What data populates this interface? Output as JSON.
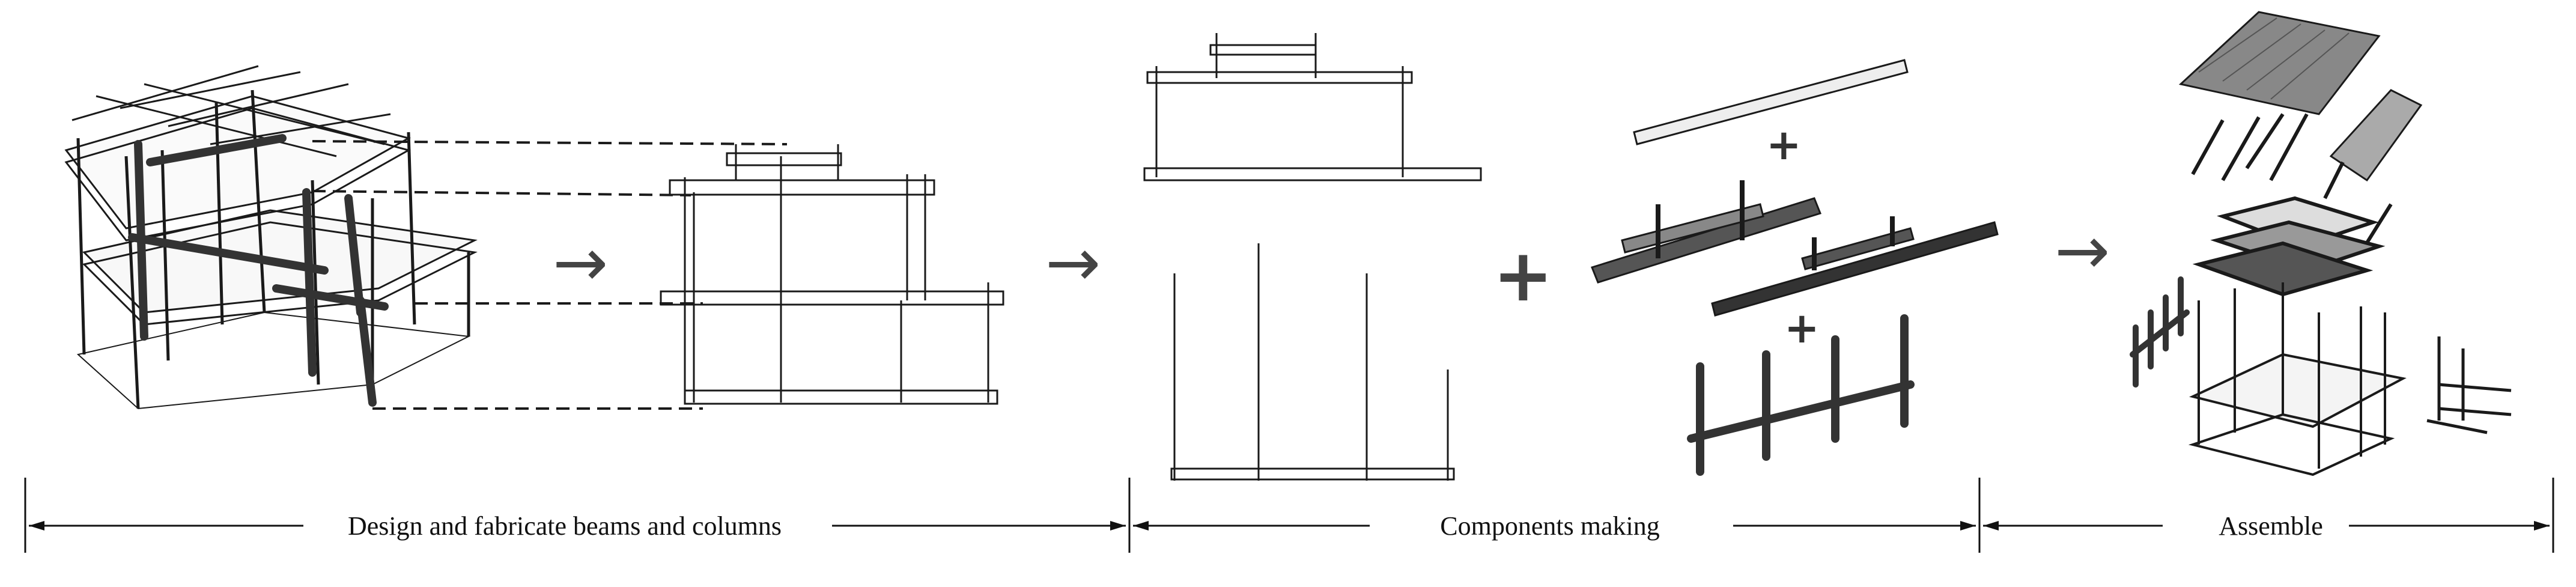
{
  "stages": [
    {
      "label": "Design and fabricate beams and columns"
    },
    {
      "label": "Components making"
    },
    {
      "label": "Assemble"
    }
  ],
  "connectors": {
    "arrow_glyph": "→",
    "plus_glyph": "+"
  },
  "colors": {
    "line": "#1a1a1a",
    "dark_member": "#3a3a3a",
    "light_member": "#f4f4f4",
    "background": "#ffffff"
  }
}
